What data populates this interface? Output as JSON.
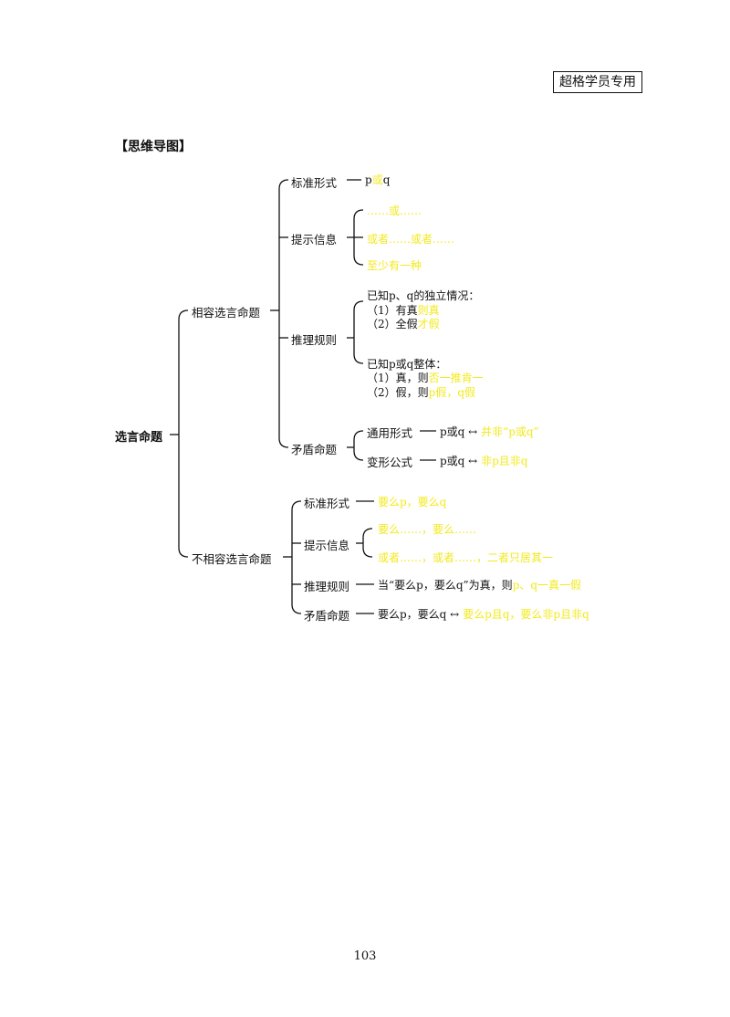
{
  "badge": "超格学员专用",
  "heading": "【思维导图】",
  "root": "选言命题",
  "compat": {
    "label": "相容选言命题",
    "standard": {
      "label": "标准形式",
      "content_a": "p",
      "content_b": "或",
      "content_c": "q"
    },
    "hint": {
      "label": "提示信息",
      "items": [
        "……或……",
        "或者……或者……",
        "至少有一种"
      ]
    },
    "rule": {
      "label": "推理规则",
      "g1_title": "已知p、q的独立情况：",
      "g1_l1": "（1）有真",
      "g1_l1_y": "则真",
      "g1_l2": "（2）全假",
      "g1_l2_y": "才假",
      "g2_title": "已知p或q整体：",
      "g2_l1": "（1）真，则",
      "g2_l1_y": "否一推肯一",
      "g2_l2": "（2）假，则",
      "g2_l2_y": "p假，q假"
    },
    "contra": {
      "label": "矛盾命题",
      "general": {
        "label": "通用形式",
        "text": "p或q ↔",
        "yellow": "并非“p或q”"
      },
      "transform": {
        "label": "变形公式",
        "text": "p或q ↔",
        "yellow": "非p且非q"
      }
    }
  },
  "incompat": {
    "label": "不相容选言命题",
    "standard": {
      "label": "标准形式",
      "yellow": "要么p，要么q"
    },
    "hint": {
      "label": "提示信息",
      "items": [
        "要么……，要么……",
        "或者……，或者……，二者只居其一"
      ]
    },
    "rule": {
      "label": "推理规则",
      "text": "当“要么p，要么q”为真，则",
      "yellow": "p、q一真一假"
    },
    "contra": {
      "label": "矛盾命题",
      "text": "要么p，要么q ↔",
      "yellow": "要么p且q，要么非p且非q"
    }
  },
  "page_number": "103"
}
